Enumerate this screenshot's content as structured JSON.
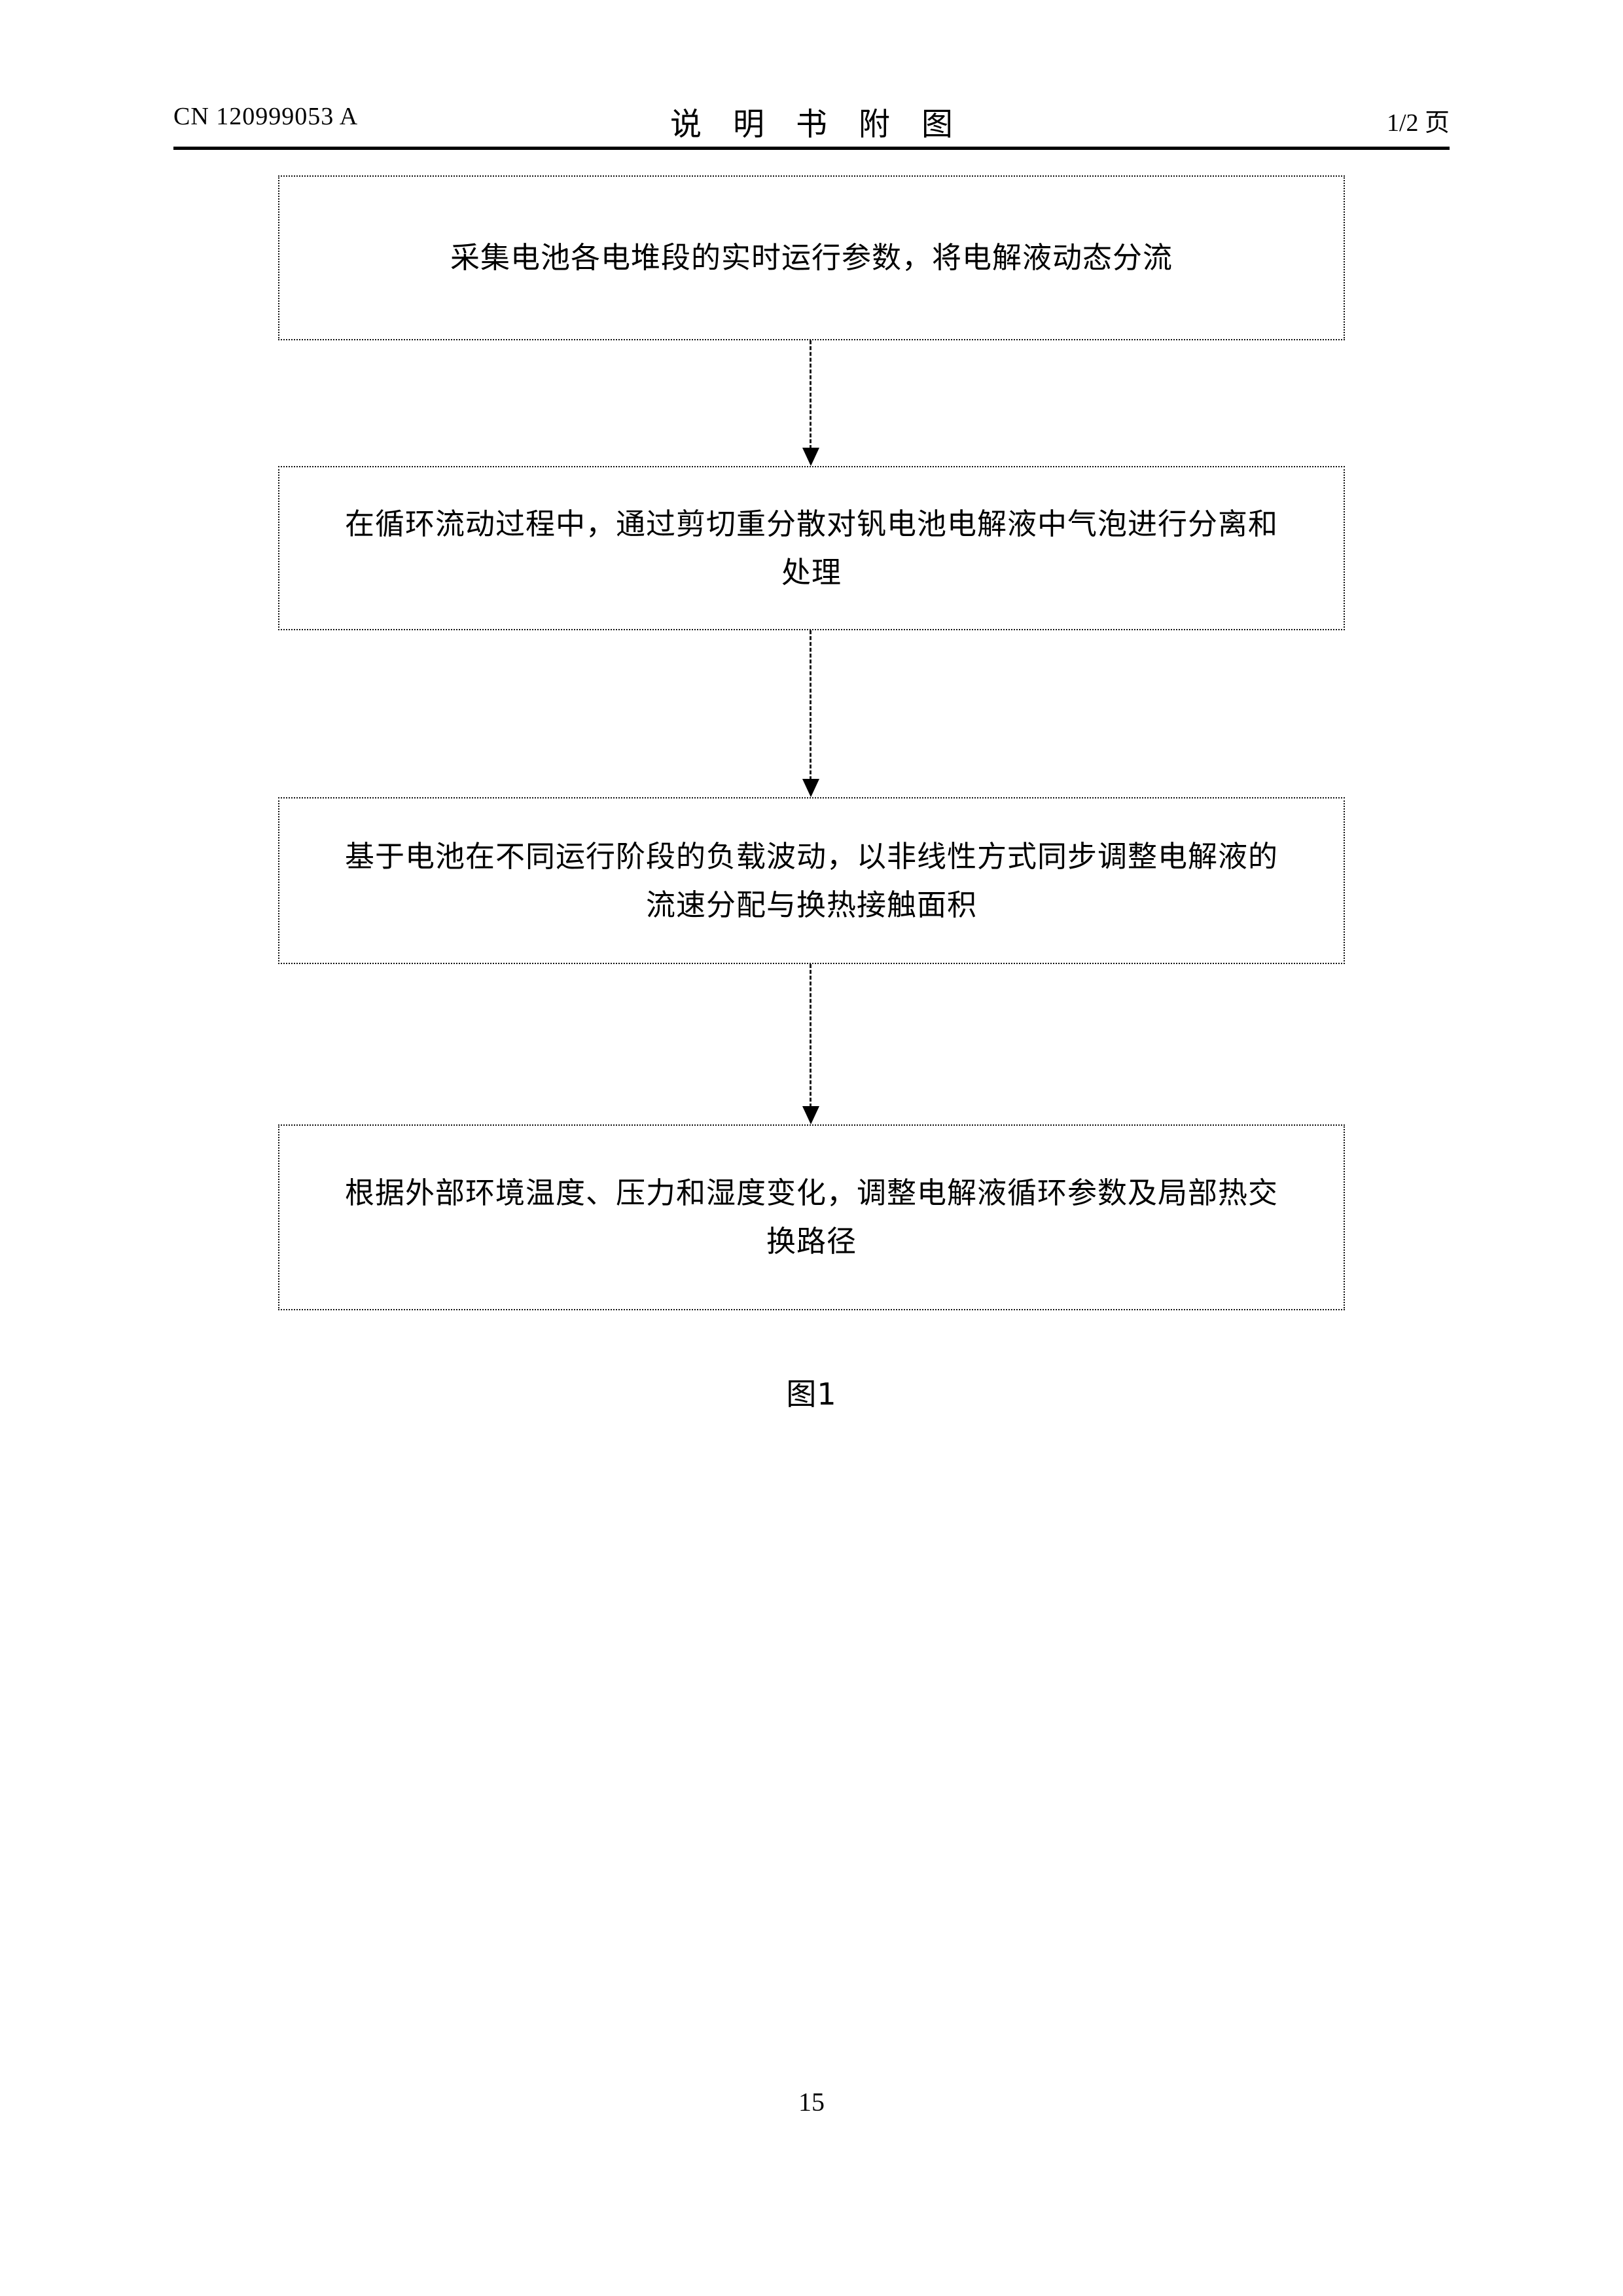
{
  "header": {
    "publication_number": "CN 120999053 A",
    "title": "说 明 书 附 图",
    "page_indicator": "1/2 页"
  },
  "flowchart": {
    "caption": "图1",
    "boxes": [
      {
        "id": "step-1",
        "text": "采集电池各电堆段的实时运行参数，将电解液动态分流"
      },
      {
        "id": "step-2",
        "text": "在循环流动过程中，通过剪切重分散对钒电池电解液中气泡进行分离和处理"
      },
      {
        "id": "step-3",
        "text": "基于电池在不同运行阶段的负载波动，以非线性方式同步调整电解液的流速分配与换热接触面积"
      },
      {
        "id": "step-4",
        "text": "根据外部环境温度、压力和湿度变化，调整电解液循环参数及局部热交换路径"
      }
    ],
    "connectors": [
      {
        "id": "arrow-1-2",
        "from": "step-1",
        "to": "step-2"
      },
      {
        "id": "arrow-2-3",
        "from": "step-2",
        "to": "step-3"
      },
      {
        "id": "arrow-3-4",
        "from": "step-3",
        "to": "step-4"
      }
    ]
  },
  "footer": {
    "page_number": "15"
  },
  "colors": {
    "ink": "#000000",
    "paper": "#ffffff"
  }
}
